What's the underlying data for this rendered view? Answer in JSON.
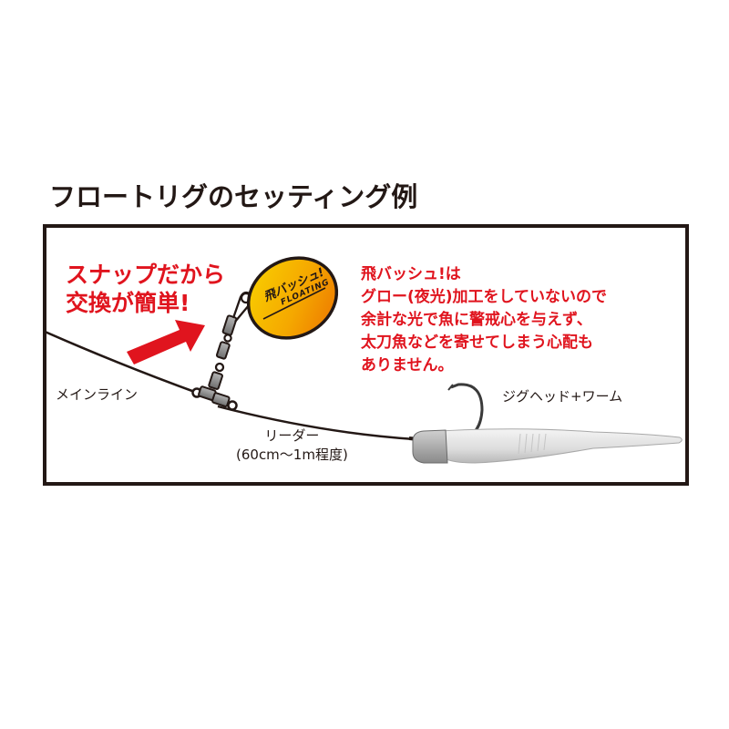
{
  "title": "フロートリグのセッティング例",
  "diagram": {
    "callout_snap": {
      "line1": "スナップだから",
      "line2": "交換が簡単!"
    },
    "callout_float": {
      "line1": "飛バッシュ!は",
      "line2": "グロー(夜光)加工をしていないので",
      "line3": "余計な光で魚に警戒心を与えず、",
      "line4": "太刀魚などを寄せてしまう心配も",
      "line5": "ありません。"
    },
    "float_logo": {
      "brand": "飛バッシュ!",
      "subtitle": "FLOATING"
    },
    "labels": {
      "main_line": "メインライン",
      "jighead_worm": "ジグヘッド+ワーム",
      "leader": "リーダー",
      "leader_length": "(60cm〜1m程度)"
    },
    "colors": {
      "accent_red": "#e0141e",
      "float_yellow": "#f7c600",
      "float_orange": "#ee7d00",
      "line_dark": "#231815",
      "swivel_gray": "#8c8c8c",
      "worm_silver": "#d9d9d9"
    }
  }
}
